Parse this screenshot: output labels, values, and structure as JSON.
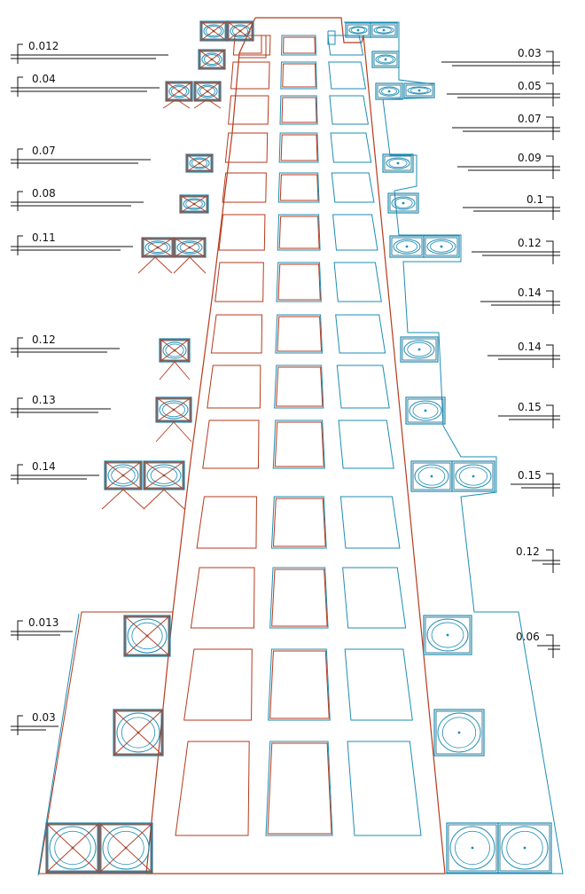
{
  "colors": {
    "red": "#b63a1c",
    "blue": "#1b8db5",
    "black": "#111111",
    "background": "#ffffff"
  },
  "labels_left": [
    "0.012",
    "0.04",
    "0.07",
    "0.08",
    "0.11",
    "0.12",
    "0.13",
    "0.14",
    "0.013",
    "0.03"
  ],
  "labels_right": [
    "0.03",
    "0.05",
    "0.07",
    "0.09",
    "0.1",
    "0.12",
    "0.14",
    "0.14",
    "0.15",
    "0.15",
    "0.12",
    "0.06"
  ]
}
